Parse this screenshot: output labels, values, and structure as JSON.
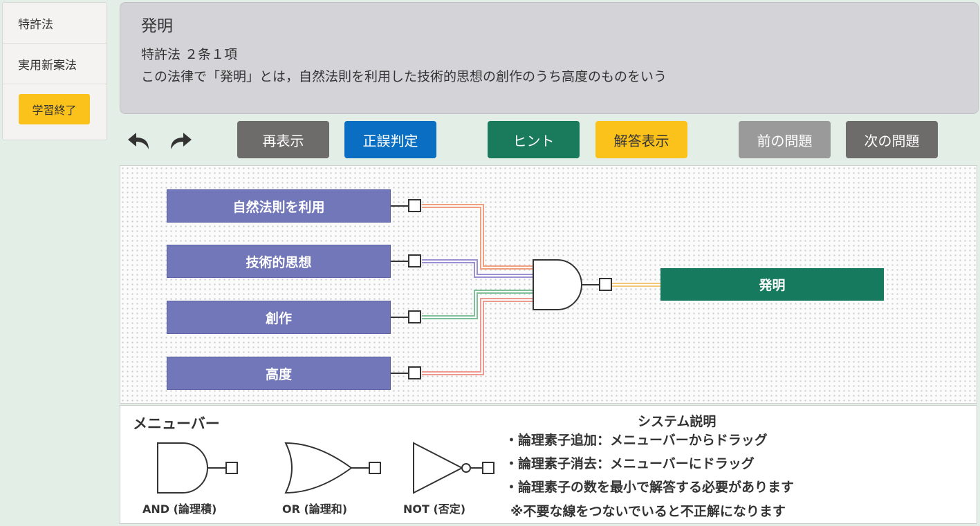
{
  "sidebar": {
    "items": [
      {
        "label": "特許法"
      },
      {
        "label": "実用新案法"
      }
    ],
    "end_button": "学習終了"
  },
  "question": {
    "title": "発明",
    "article": "特許法 ２条１項",
    "text": "この法律で「発明」とは，自然法則を利用した技術的思想の創作のうち高度のものをいう"
  },
  "toolbar": {
    "undo_icon": "undo-arrow-icon",
    "redo_icon": "redo-arrow-icon",
    "buttons": [
      {
        "label": "再表示",
        "color": "#6e6b6b"
      },
      {
        "label": "正誤判定",
        "color": "#0a6fc2"
      },
      {
        "label": "ヒント",
        "color": "#1a7a5c"
      },
      {
        "label": "解答表示",
        "color": "#fcc21c"
      },
      {
        "label": "前の問題",
        "color": "#9a9a9a"
      },
      {
        "label": "次の問題",
        "color": "#6e6b6b"
      }
    ]
  },
  "circuit": {
    "inputs": [
      "自然法則を利用",
      "技術的思想",
      "創作",
      "高度"
    ],
    "gate": "AND",
    "output": "発明",
    "wire_colors": [
      "#f0a080",
      "#9a8fd0",
      "#7fc09a",
      "#ec9a90"
    ]
  },
  "menu_bar": {
    "title": "メニューバー",
    "gates": [
      {
        "caption": "AND (論理積)"
      },
      {
        "caption": "OR (論理和)"
      },
      {
        "caption": "NOT (否定)"
      }
    ]
  },
  "system": {
    "title": "システム説明",
    "lines": [
      "・論理素子追加：メニューバーからドラッグ",
      "・論理素子消去：メニューバーにドラッグ",
      "・論理素子の数を最小で解答する必要があります",
      "※不要な線をつないでいると不正解になります"
    ]
  }
}
